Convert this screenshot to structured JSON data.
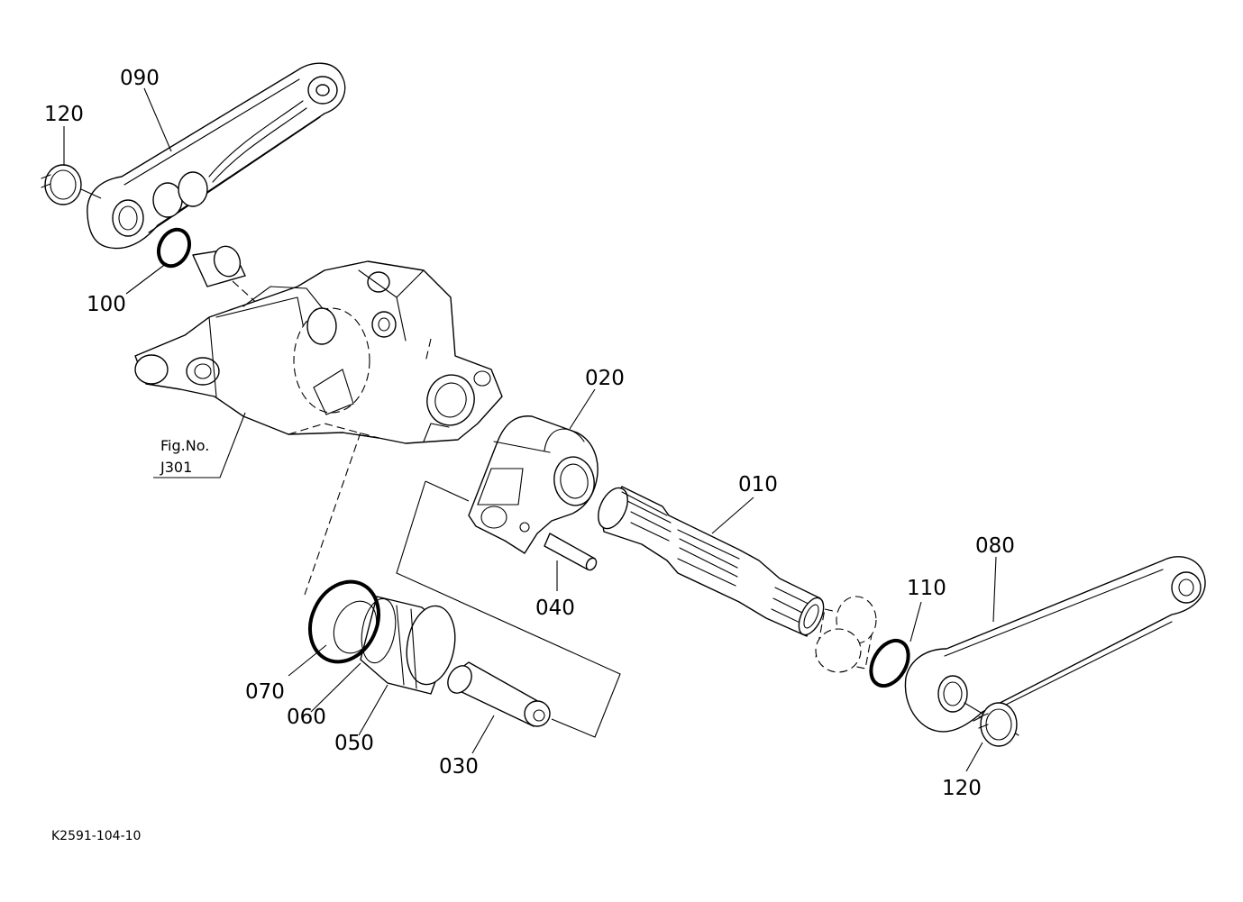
{
  "diagram": {
    "callouts": {
      "p090": "090",
      "p120_top": "120",
      "p100": "100",
      "p020": "020",
      "p010": "010",
      "p040": "040",
      "p080": "080",
      "p110": "110",
      "p070": "070",
      "p060": "060",
      "p050": "050",
      "p030": "030",
      "p120_bottom": "120"
    },
    "figure_ref": {
      "line1": "Fig.No.",
      "line2": "J301"
    },
    "drawing_code": "K2591-104-10"
  }
}
